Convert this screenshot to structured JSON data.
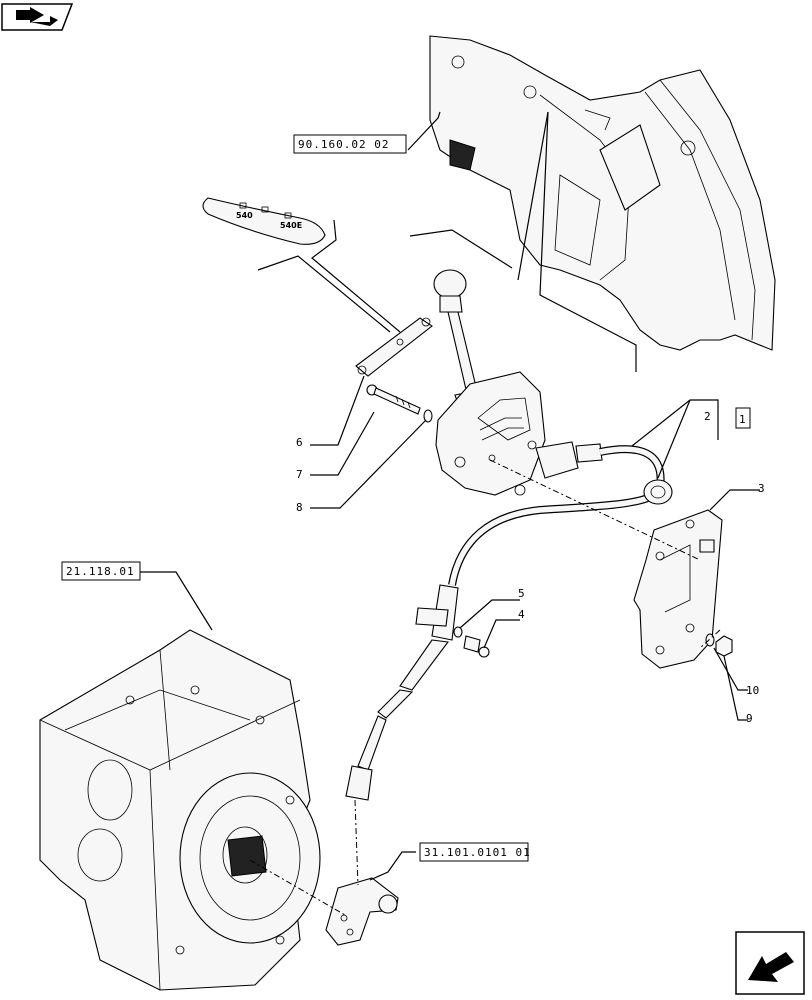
{
  "references": [
    {
      "id": "ref-90",
      "label": "90.160.02 02"
    },
    {
      "id": "ref-21",
      "label": "21.118.01"
    },
    {
      "id": "ref-31",
      "label": "31.101.0101 01"
    }
  ],
  "boxed_item": "1",
  "callouts": [
    "2",
    "3",
    "4",
    "5",
    "6",
    "7",
    "8",
    "9",
    "10"
  ],
  "decal": {
    "left": "540",
    "right": "540E"
  },
  "icons": {
    "top_left": "book-arrow-icon",
    "bottom_right": "next-page-arrow-icon"
  }
}
